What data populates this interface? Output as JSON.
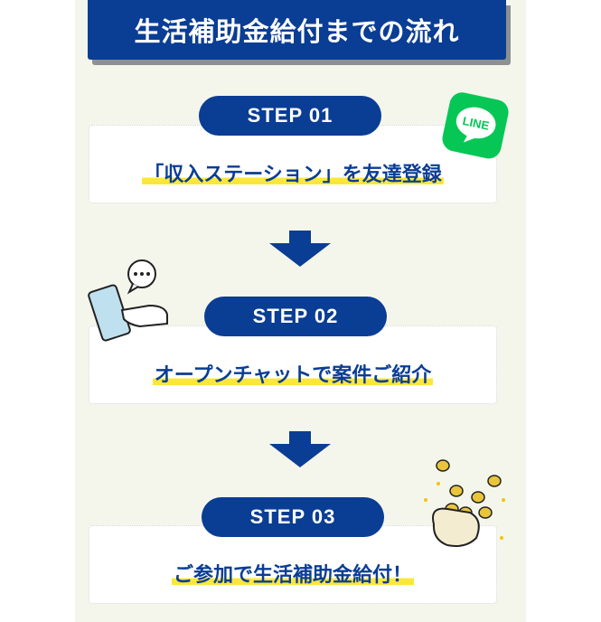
{
  "title": "生活補助金給付までの流れ",
  "steps": [
    {
      "label": "STEP 01",
      "text": "「収入ステーション」を友達登録"
    },
    {
      "label": "STEP 02",
      "text": "オープンチャットで案件ご紹介"
    },
    {
      "label": "STEP 03",
      "text": "ご参加で生活補助金給付！"
    }
  ],
  "line_logo": "LINE",
  "colors": {
    "navy": "#0a3d94",
    "highlight": "#fbe739",
    "line_green": "#06c755",
    "panel": "#f4f6ec"
  }
}
